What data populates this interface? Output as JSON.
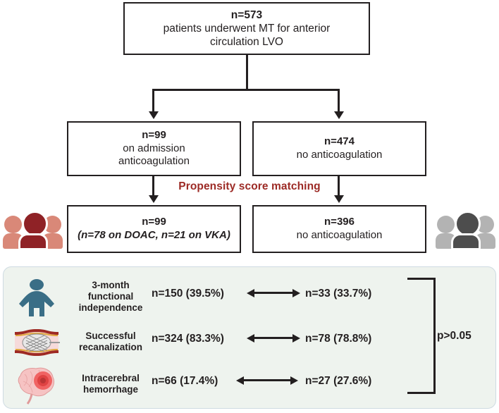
{
  "flow": {
    "top_box": {
      "count": "n=573",
      "desc_line1": "patients underwent MT for anterior",
      "desc_line2": "circulation LVO"
    },
    "branch_left": {
      "count": "n=99",
      "desc_line1": "on admission",
      "desc_line2": "anticoagulation"
    },
    "branch_right": {
      "count": "n=474",
      "desc_line1": "no anticoagulation"
    },
    "matching_label": "Propensity score matching",
    "matched_left": {
      "count": "n=99",
      "desc_line1": "(n=78 on DOAC, n=21 on VKA)"
    },
    "matched_right": {
      "count": "n=396",
      "desc_line1": "no anticoagulation"
    }
  },
  "icons": {
    "people_left": "people-group-icon",
    "people_right": "people-group-icon",
    "functional_independence": "person-standing-icon",
    "recanalization": "stented-vessel-icon",
    "hemorrhage": "brain-hemorrhage-icon"
  },
  "results": {
    "rows": [
      {
        "label_line1": "3-month",
        "label_line2": "functional",
        "label_line3": "independence",
        "left_value": "n=150 (39.5%)",
        "right_value": "n=33 (33.7%)"
      },
      {
        "label_line1": "Successful",
        "label_line2": "recanalization",
        "label_line3": "",
        "left_value": "n=324 (83.3%)",
        "right_value": "n=78 (78.8%)"
      },
      {
        "label_line1": "Intracerebral",
        "label_line2": "hemorrhage",
        "label_line3": "",
        "left_value": "n=66 (17.4%)",
        "right_value": "n=27 (27.6%)"
      }
    ],
    "p_value": "p>0.05"
  },
  "colors": {
    "accent_red": "#9c2a25",
    "salmon": "#d98878",
    "dark_gray": "#4d4d4d",
    "light_gray": "#b3b3b3",
    "teal": "#3a6e86",
    "panel_bg": "#eef3ee",
    "line": "#231f20"
  }
}
